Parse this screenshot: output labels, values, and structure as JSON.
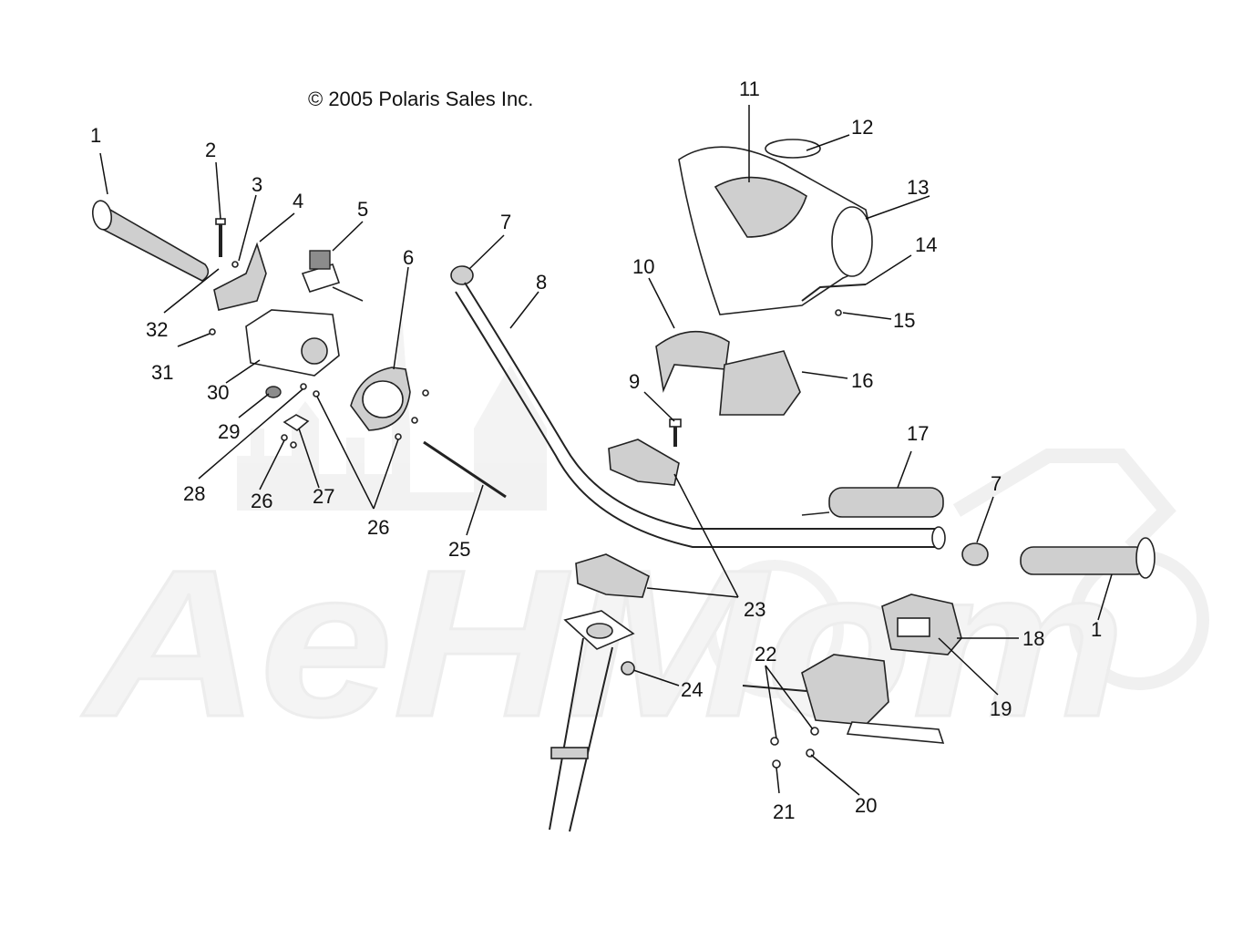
{
  "copyright": "© 2005 Polaris Sales Inc.",
  "watermark": "AeHMom",
  "callouts": {
    "c1a": "1",
    "c2": "2",
    "c3": "3",
    "c4": "4",
    "c5": "5",
    "c6": "6",
    "c7a": "7",
    "c8": "8",
    "c9": "9",
    "c10": "10",
    "c11": "11",
    "c12": "12",
    "c13": "13",
    "c14": "14",
    "c15": "15",
    "c16": "16",
    "c17": "17",
    "c7b": "7",
    "c1b": "1",
    "c18": "18",
    "c19": "19",
    "c20": "20",
    "c21": "21",
    "c22": "22",
    "c23": "23",
    "c24": "24",
    "c25": "25",
    "c26a": "26",
    "c26b": "26",
    "c27": "27",
    "c28": "28",
    "c29": "29",
    "c30": "30",
    "c31": "31",
    "c32": "32"
  },
  "colors": {
    "line": "#222222",
    "watermark": "#e6e6e6",
    "shade": "#cfcfcf"
  }
}
